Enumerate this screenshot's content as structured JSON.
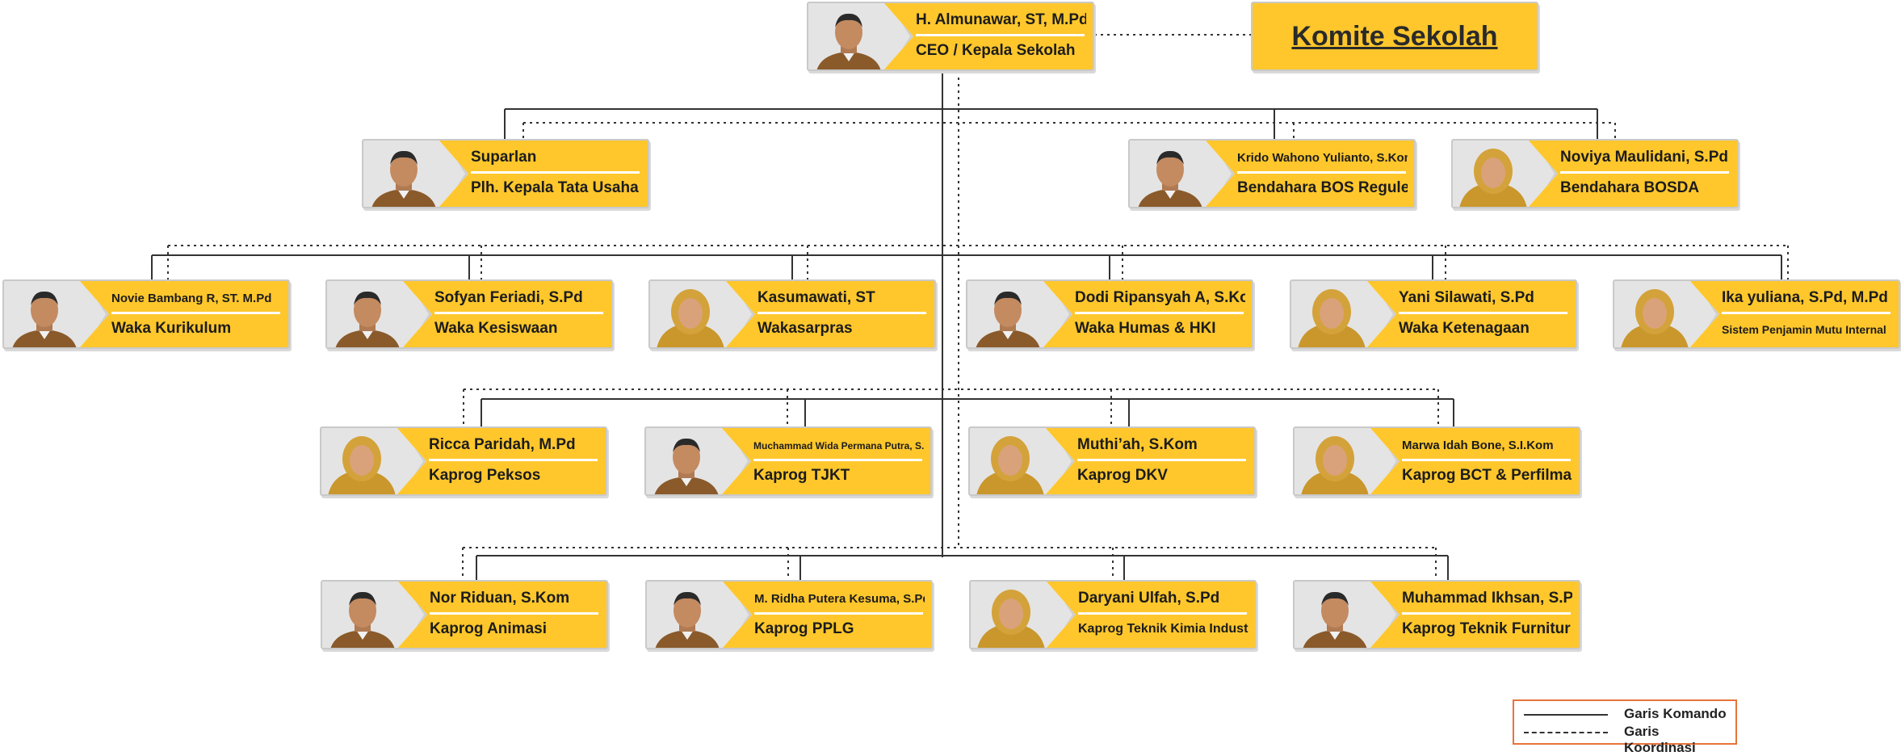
{
  "colors": {
    "card": "#ffc72c",
    "line": "#333333",
    "legend_border": "#e8743b"
  },
  "head": {
    "name": "H. Almunawar, ST, M.Pd",
    "role": "CEO / Kepala Sekolah"
  },
  "komite": {
    "label": "Komite Sekolah"
  },
  "level1": [
    {
      "name": "Suparlan",
      "role": "Plh. Kepala Tata Usaha"
    },
    {
      "name": "Krido Wahono Yulianto, S.Kom",
      "role": "Bendahara BOS Reguler"
    },
    {
      "name": "Noviya Maulidani, S.Pd",
      "role": "Bendahara BOSDA"
    }
  ],
  "level2": [
    {
      "name": "Novie Bambang R, ST. M.Pd",
      "role": "Waka Kurikulum"
    },
    {
      "name": "Sofyan Feriadi, S.Pd",
      "role": "Waka Kesiswaan"
    },
    {
      "name": "Kasumawati, ST",
      "role": "Wakasarpras"
    },
    {
      "name": "Dodi Ripansyah A, S.Kom",
      "role": "Waka Humas & HKI"
    },
    {
      "name": "Yani Silawati, S.Pd",
      "role": "Waka Ketenagaan"
    },
    {
      "name": "Ika yuliana, S.Pd, M.Pd",
      "role": "Sistem Penjamin Mutu Internal"
    }
  ],
  "level3": [
    {
      "name": "Ricca Paridah, M.Pd",
      "role": "Kaprog Peksos"
    },
    {
      "name": "Muchammad Wida Permana Putra, S.Kom",
      "role": "Kaprog TJKT"
    },
    {
      "name": "Muthi’ah, S.Kom",
      "role": "Kaprog DKV"
    },
    {
      "name": "Marwa Idah Bone, S.I.Kom",
      "role": "Kaprog BCT & Perfilman"
    }
  ],
  "level4": [
    {
      "name": "Nor Riduan, S.Kom",
      "role": "Kaprog Animasi"
    },
    {
      "name": "M. Ridha Putera Kesuma, S.Pd",
      "role": "Kaprog PPLG"
    },
    {
      "name": "Daryani Ulfah, S.Pd",
      "role": "Kaprog Teknik Kimia Industri"
    },
    {
      "name": "Muhammad Ikhsan, S.Pd",
      "role": "Kaprog Teknik Furnitur"
    }
  ],
  "legend": {
    "command": "Garis Komando",
    "coordination": "Garis Koordinasi"
  }
}
